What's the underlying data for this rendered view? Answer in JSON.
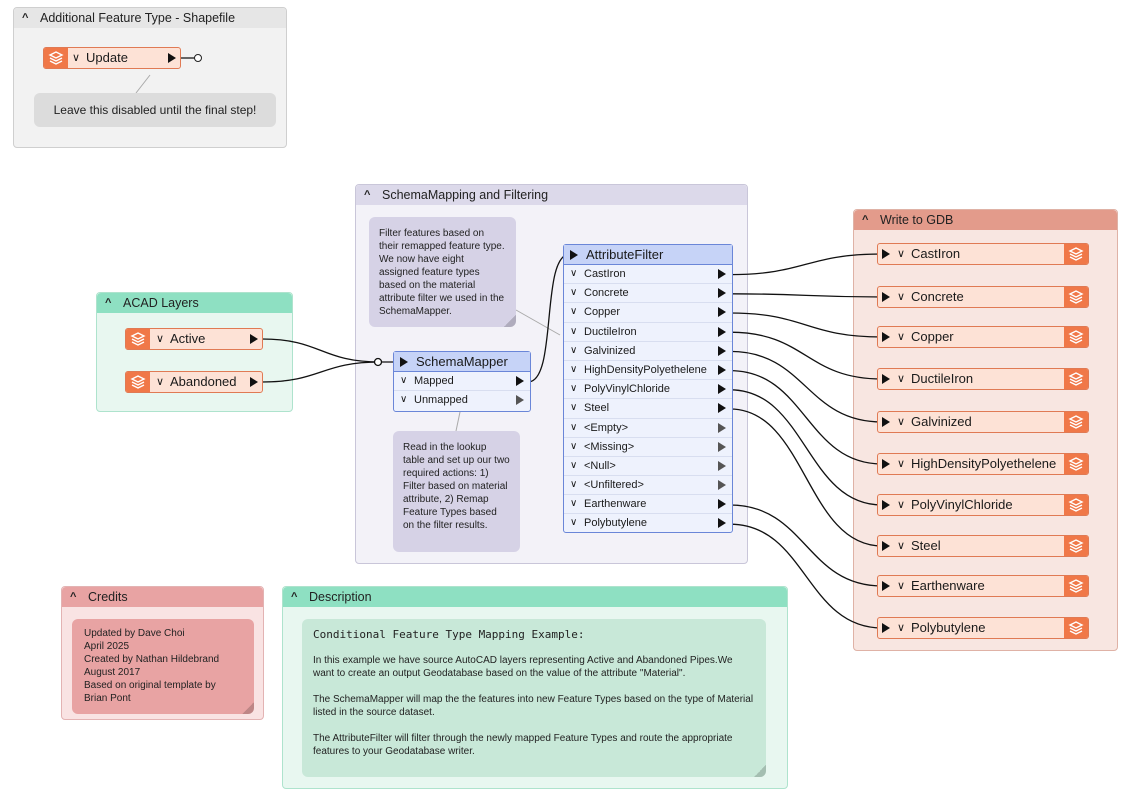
{
  "bookmarks": {
    "shapefile": {
      "title": "Additional Feature Type - Shapefile"
    },
    "schema": {
      "title": "SchemaMapping and Filtering"
    },
    "acad": {
      "title": "ACAD Layers"
    },
    "gdb": {
      "title": "Write to GDB"
    },
    "credits": {
      "title": "Credits"
    },
    "description": {
      "title": "Description"
    }
  },
  "shapefile": {
    "writer_label": "Update",
    "note": "Leave this disabled until the final step!"
  },
  "acad": {
    "readers": [
      {
        "label": "Active"
      },
      {
        "label": "Abandoned"
      }
    ]
  },
  "schema_mapper": {
    "title": "SchemaMapper",
    "ports": [
      {
        "label": "Mapped"
      },
      {
        "label": "Unmapped"
      }
    ],
    "note": "Read in the lookup table and set up our two required actions: 1) Filter based on material attribute, 2) Remap Feature Types based on the filter results."
  },
  "filter_note": "Filter features based on their remapped feature type. We now have eight assigned feature types based on the material attribute filter we used in the SchemaMapper.",
  "attribute_filter": {
    "title": "AttributeFilter",
    "ports": [
      {
        "label": "CastIron"
      },
      {
        "label": "Concrete"
      },
      {
        "label": "Copper"
      },
      {
        "label": "DuctileIron"
      },
      {
        "label": "Galvinized"
      },
      {
        "label": "HighDensityPolyethelene"
      },
      {
        "label": "PolyVinylChloride"
      },
      {
        "label": "Steel"
      },
      {
        "label": "<Empty>"
      },
      {
        "label": "<Missing>"
      },
      {
        "label": "<Null>"
      },
      {
        "label": "<Unfiltered>"
      },
      {
        "label": "Earthenware"
      },
      {
        "label": "Polybutylene"
      }
    ]
  },
  "gdb": {
    "writers": [
      {
        "label": "CastIron"
      },
      {
        "label": "Concrete"
      },
      {
        "label": "Copper"
      },
      {
        "label": "DuctileIron"
      },
      {
        "label": "Galvinized"
      },
      {
        "label": "HighDensityPolyethelene"
      },
      {
        "label": "PolyVinylChloride"
      },
      {
        "label": "Steel"
      },
      {
        "label": "Earthenware"
      },
      {
        "label": "Polybutylene"
      }
    ]
  },
  "credits": {
    "lines": [
      "Updated by Dave Choi",
      "April 2025",
      "Created by Nathan Hildebrand",
      "August 2017",
      "Based on original template by",
      "Brian Pont"
    ]
  },
  "description": {
    "heading": "Conditional Feature Type Mapping Example:",
    "paragraphs": [
      "In this example we have source AutoCAD layers representing Active and Abandoned Pipes.We want to create an output Geodatabase based on the value of the attribute \"Material\".",
      "The SchemaMapper will map the the features into new Feature Types based on the type of Material listed in the source dataset.",
      "The AttributeFilter will filter through the newly mapped Feature Types and route the appropriate features to your Geodatabase writer."
    ]
  },
  "colors": {
    "shapefile_bookmark": "#e6e6e6",
    "schema_bookmark": "#dcd9ea",
    "acad_bookmark": "#8ee0c2",
    "gdb_bookmark": "#e39b8b",
    "credits_bookmark": "#e8a3a3",
    "description_bookmark": "#8ee0c2",
    "feature_type": "#f07848",
    "transformer": "#6a86d8"
  }
}
